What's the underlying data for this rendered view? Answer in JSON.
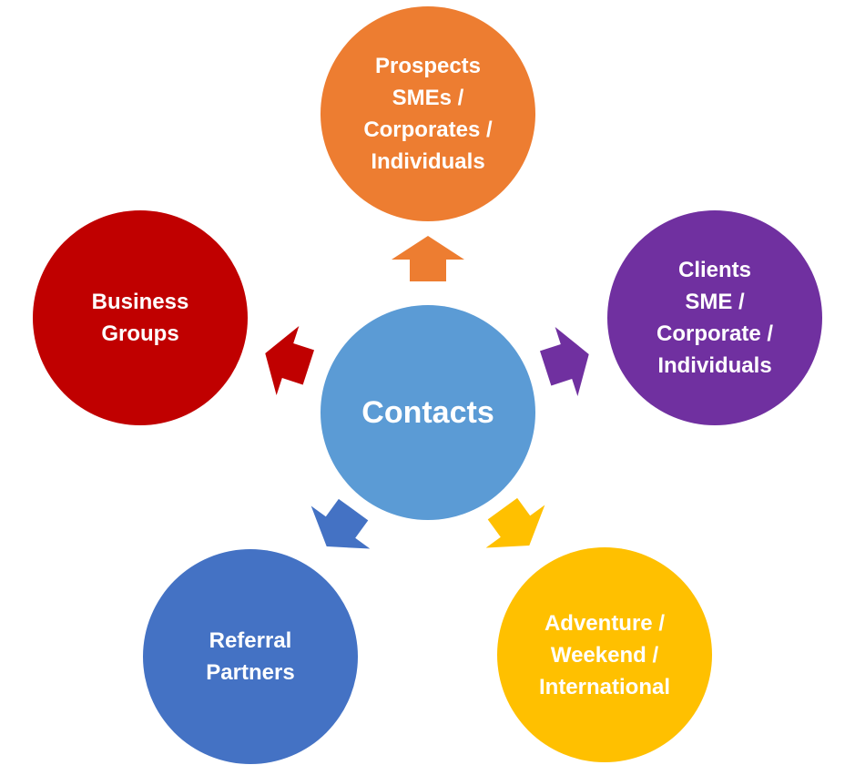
{
  "center": {
    "label": "Contacts",
    "color": "#5B9BD5"
  },
  "nodes": {
    "prospects": {
      "label": "Prospects\nSMEs /\nCorporates /\nIndividuals",
      "color": "#ED7D31"
    },
    "clients": {
      "label": "Clients\nSME /\nCorporate /\nIndividuals",
      "color": "#7030A0"
    },
    "adventure": {
      "label": "Adventure /\nWeekend /\nInternational",
      "color": "#FFC000"
    },
    "referral": {
      "label": "Referral\nPartners",
      "color": "#4472C4"
    },
    "business": {
      "label": "Business\nGroups",
      "color": "#C00000"
    }
  },
  "arrows": [
    {
      "target": "prospects",
      "icon": "arrow-up-icon"
    },
    {
      "target": "clients",
      "icon": "arrow-right-icon"
    },
    {
      "target": "adventure",
      "icon": "arrow-down-right-icon"
    },
    {
      "target": "referral",
      "icon": "arrow-down-left-icon"
    },
    {
      "target": "business",
      "icon": "arrow-left-icon"
    }
  ]
}
